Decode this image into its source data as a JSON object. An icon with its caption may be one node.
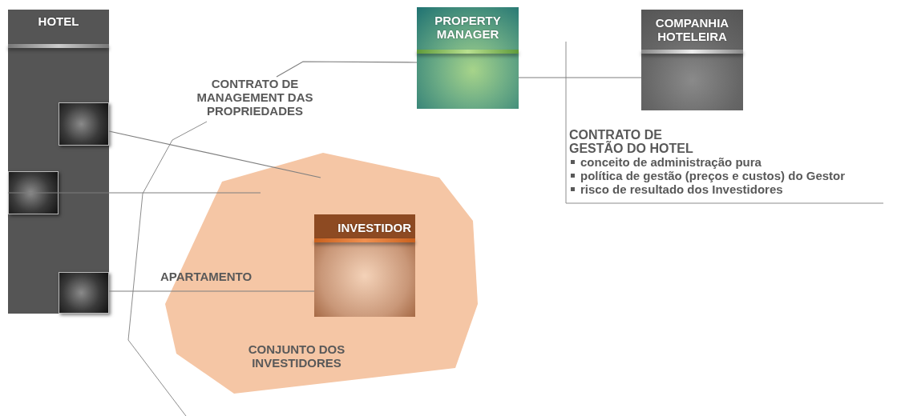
{
  "diagram": {
    "nodes": [
      {
        "text": [
          "HOTEL"
        ]
      },
      {
        "text": [],
        "shape": "box",
        "in": 0
      },
      {
        "text": [],
        "shape": "box",
        "in": 0
      },
      {
        "text": [],
        "shape": "box",
        "in": 0
      },
      {
        "text": [
          "PROPERTY MANAGER"
        ]
      },
      {
        "text": [
          "COMPANHIA HOTELEIRA"
        ]
      },
      {
        "text": [
          "CONTRATO DE MANAGEMENT DAS PROPRIEDADES"
        ]
      },
      {
        "text": [
          "CONJUNTO DOS INVESTIDORES"
        ]
      },
      {
        "text": [
          "INVESTIDOR"
        ],
        "in": 7
      }
    ],
    "edges": [
      {
        "from": 6,
        "to": 4,
        "arrow": "none"
      },
      {
        "from": 4,
        "to": 5,
        "arrow": "none"
      },
      {
        "from": 1,
        "to": 7,
        "arrow": "none"
      },
      {
        "from": 2,
        "to": 7,
        "arrow": "none"
      },
      {
        "from": 3,
        "to": 8,
        "arrow": "none",
        "label": "APARTAMENTO"
      }
    ],
    "labels": [
      "CONTRATO DE GESTÃO DO HOTEL",
      "conceito de administração pura",
      "política de gestão (preços e custos) do Gestor",
      "risco de resultado dos Investidores"
    ]
  }
}
